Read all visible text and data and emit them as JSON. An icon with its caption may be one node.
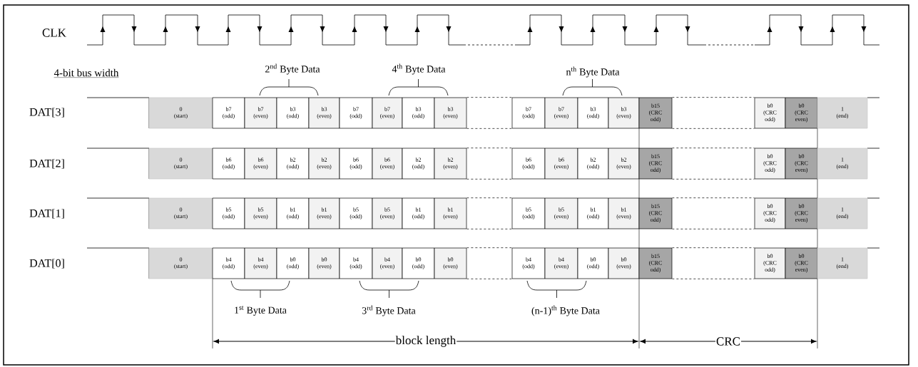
{
  "diagram": {
    "nodes": [
      {
        "text": [
          "0 (start)"
        ]
      },
      {
        "text": [
          "b7 (odd)"
        ]
      },
      {
        "text": [
          "b7 (even)"
        ]
      },
      {
        "text": [
          "b3 (odd)"
        ]
      },
      {
        "text": [
          "b3 (even)"
        ]
      },
      {
        "text": [
          "b7 (odd)"
        ]
      },
      {
        "text": [
          "b7 (even)"
        ]
      },
      {
        "text": [
          "b3 (odd)"
        ]
      },
      {
        "text": [
          "b3 (even)"
        ]
      },
      {
        "text": [
          "b7 (odd)"
        ]
      },
      {
        "text": [
          "b7 (even)"
        ]
      },
      {
        "text": [
          "b3 (odd)"
        ]
      },
      {
        "text": [
          "b3 (even)"
        ]
      },
      {
        "text": [
          "b15 (CRC odd)"
        ]
      },
      {
        "text": [
          "b0 (CRC odd)"
        ]
      },
      {
        "text": [
          "b0 (CRC even)"
        ]
      },
      {
        "text": [
          "1 (end)"
        ]
      },
      {
        "text": [
          "0 (start)"
        ]
      },
      {
        "text": [
          "b6 (odd)"
        ]
      },
      {
        "text": [
          "b6 (even)"
        ]
      },
      {
        "text": [
          "b2 (odd)"
        ]
      },
      {
        "text": [
          "b2 (even)"
        ]
      },
      {
        "text": [
          "b6 (odd)"
        ]
      },
      {
        "text": [
          "b6 (even)"
        ]
      },
      {
        "text": [
          "b2 (odd)"
        ]
      },
      {
        "text": [
          "b2 (even)"
        ]
      },
      {
        "text": [
          "b6 (odd)"
        ]
      },
      {
        "text": [
          "b6 (even)"
        ]
      },
      {
        "text": [
          "b2 (odd)"
        ]
      },
      {
        "text": [
          "b2 (even)"
        ]
      },
      {
        "text": [
          "b15 (CRC odd)"
        ]
      },
      {
        "text": [
          "b0 (CRC odd)"
        ]
      },
      {
        "text": [
          "b0 (CRC even)"
        ]
      },
      {
        "text": [
          "1 (end)"
        ]
      },
      {
        "text": [
          "0 (start)"
        ]
      },
      {
        "text": [
          "b5 (odd)"
        ]
      },
      {
        "text": [
          "b5 (even)"
        ]
      },
      {
        "text": [
          "b1 (odd)"
        ]
      },
      {
        "text": [
          "b1 (even)"
        ]
      },
      {
        "text": [
          "b5 (odd)"
        ]
      },
      {
        "text": [
          "b5 (even)"
        ]
      },
      {
        "text": [
          "b1 (odd)"
        ]
      },
      {
        "text": [
          "b1 (even)"
        ]
      },
      {
        "text": [
          "b5 (odd)"
        ]
      },
      {
        "text": [
          "b5 (even)"
        ]
      },
      {
        "text": [
          "b1 (odd)"
        ]
      },
      {
        "text": [
          "b1 (even)"
        ]
      },
      {
        "text": [
          "b15 (CRC odd)"
        ]
      },
      {
        "text": [
          "b0 (CRC odd)"
        ]
      },
      {
        "text": [
          "b0 (CRC even)"
        ]
      },
      {
        "text": [
          "1 (end)"
        ]
      },
      {
        "text": [
          "0 (start)"
        ]
      },
      {
        "text": [
          "b4 (odd)"
        ]
      },
      {
        "text": [
          "b4 (even)"
        ]
      },
      {
        "text": [
          "b0 (odd)"
        ]
      },
      {
        "text": [
          "b0 (even)"
        ]
      },
      {
        "text": [
          "b4 (odd)"
        ]
      },
      {
        "text": [
          "b4 (even)"
        ]
      },
      {
        "text": [
          "b0 (odd)"
        ]
      },
      {
        "text": [
          "b0 (even)"
        ]
      },
      {
        "text": [
          "b4 (odd)"
        ]
      },
      {
        "text": [
          "b4 (even)"
        ]
      },
      {
        "text": [
          "b0 (odd)"
        ]
      },
      {
        "text": [
          "b0 (even)"
        ]
      },
      {
        "text": [
          "b15 (CRC odd)"
        ]
      },
      {
        "text": [
          "b0 (CRC odd)"
        ]
      },
      {
        "text": [
          "b0 (CRC even)"
        ]
      },
      {
        "text": [
          "1 (end)"
        ]
      }
    ],
    "edges": [
      {
        "from": 8,
        "to": 9,
        "arrow": "none",
        "style": "dashed"
      },
      {
        "from": 8,
        "to": 9,
        "arrow": "none",
        "style": "dashed"
      },
      {
        "from": 13,
        "to": 14,
        "arrow": "none",
        "style": "dashed"
      },
      {
        "from": 13,
        "to": 14,
        "arrow": "none",
        "style": "dashed"
      },
      {
        "from": 25,
        "to": 26,
        "arrow": "none",
        "style": "dashed"
      },
      {
        "from": 25,
        "to": 26,
        "arrow": "none",
        "style": "dashed"
      },
      {
        "from": 30,
        "to": 31,
        "arrow": "none",
        "style": "dashed"
      },
      {
        "from": 30,
        "to": 31,
        "arrow": "none",
        "style": "dashed"
      },
      {
        "from": 42,
        "to": 43,
        "arrow": "none",
        "style": "dashed"
      },
      {
        "from": 42,
        "to": 43,
        "arrow": "none",
        "style": "dashed"
      },
      {
        "from": 47,
        "to": 48,
        "arrow": "none",
        "style": "dashed"
      },
      {
        "from": 47,
        "to": 48,
        "arrow": "none",
        "style": "dashed"
      },
      {
        "from": 59,
        "to": 60,
        "arrow": "none",
        "style": "dashed"
      },
      {
        "from": 59,
        "to": 60,
        "arrow": "none",
        "style": "dashed"
      },
      {
        "from": 64,
        "to": 65,
        "arrow": "none",
        "style": "dashed"
      },
      {
        "from": 64,
        "to": 65,
        "arrow": "none",
        "style": "dashed"
      }
    ],
    "labels": [
      "CLK",
      "4-bit bus width",
      "2$^{nd}$ Byte Data",
      "4$^{th}$ Byte Data",
      "n$^{th}$ Byte Data",
      "DAT[3]",
      "DAT[2]",
      "DAT[1]",
      "DAT[0]",
      "1$^{st}$ Byte Data",
      "3$^{rd}$ Byte Data",
      "(n-1)$^{th}$ Byte Data",
      "block length",
      "CRC"
    ]
  }
}
